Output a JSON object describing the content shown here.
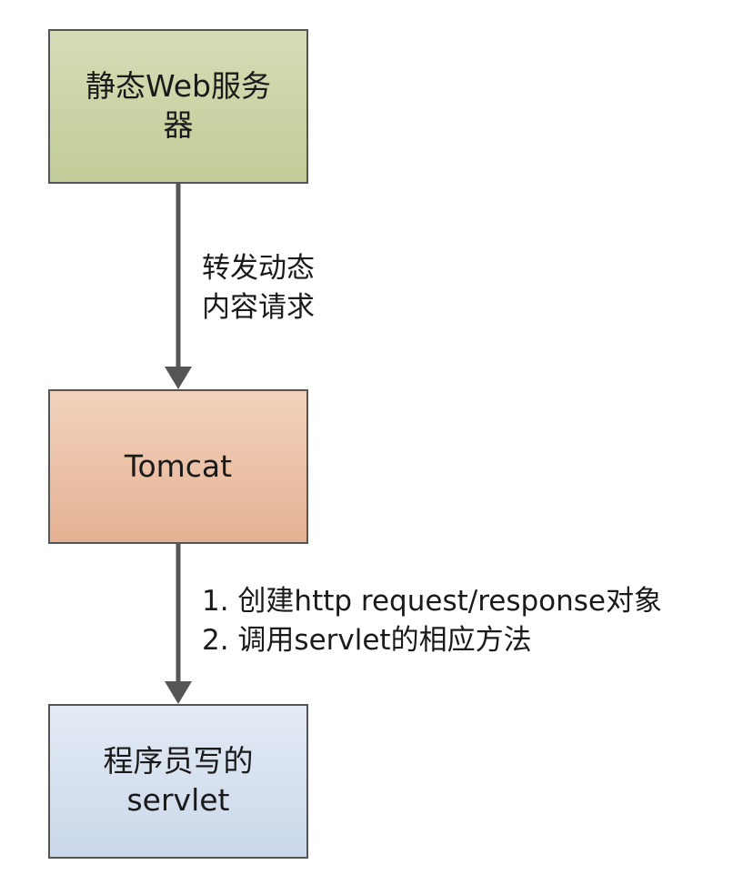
{
  "nodes": {
    "static_server": {
      "line1": "静态Web服务",
      "line2": "器"
    },
    "tomcat": {
      "label": "Tomcat"
    },
    "servlet": {
      "line1": "程序员写的",
      "line2": "servlet"
    }
  },
  "edges": {
    "static_to_tomcat": {
      "line1": "转发动态",
      "line2": "内容请求"
    },
    "tomcat_to_servlet": {
      "line1": "1. 创建http request/response对象",
      "line2": "2. 调用servlet的相应方法"
    }
  },
  "colors": {
    "static_server_fill": "#c9d2a6",
    "tomcat_fill": "#ebc1a6",
    "servlet_fill": "#d6e1ef",
    "border": "#555555",
    "arrow": "#555555"
  }
}
